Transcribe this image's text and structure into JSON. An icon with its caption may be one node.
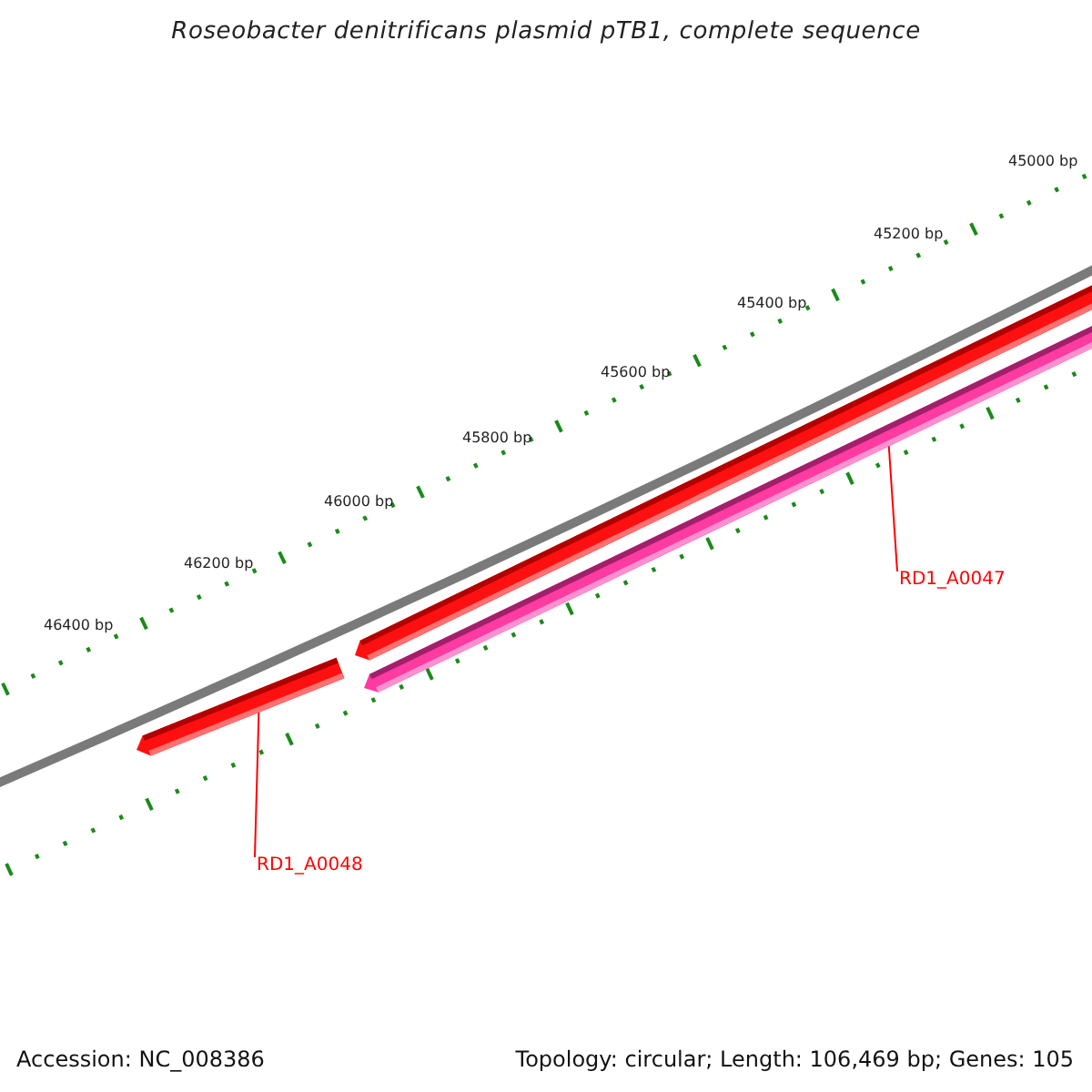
{
  "diagram": {
    "title": "Roseobacter denitrificans plasmid pTB1, complete sequence",
    "nodes": [
      {
        "text": [],
        "shape": "bar"
      },
      {
        "text": [],
        "shape": "bar"
      },
      {
        "text": [],
        "shape": "bar"
      },
      {
        "text": [
          "RD1_A0047"
        ]
      },
      {
        "text": [
          "RD1_A0048"
        ]
      }
    ],
    "edges": [
      {
        "from": 3,
        "to": 1,
        "arrow": "none",
        "color": "#ff0000"
      },
      {
        "from": 4,
        "to": 2,
        "arrow": "none",
        "color": "#ff0000"
      }
    ],
    "labels": [
      "45000 bp",
      "45200 bp",
      "45400 bp",
      "45600 bp",
      "45800 bp",
      "46000 bp",
      "46200 bp",
      "46400 bp",
      "Accession: NC_008386",
      "Topology: circular; Length: 106,469 bp; Genes: 105"
    ]
  }
}
